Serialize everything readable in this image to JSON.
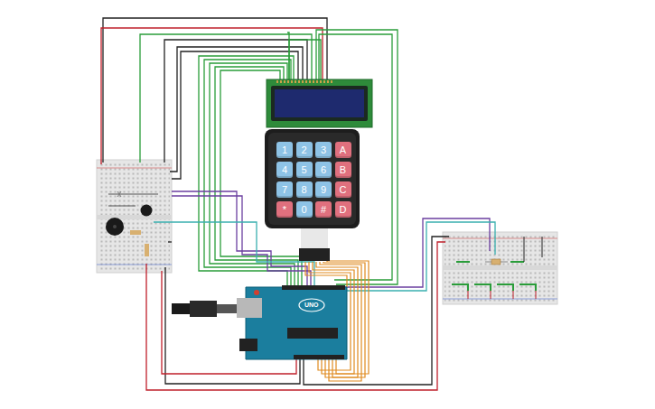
{
  "diagram": {
    "nodes": [
      {
        "text": [
          "1"
        ]
      },
      {
        "text": [
          "2"
        ]
      },
      {
        "text": [
          "3"
        ]
      },
      {
        "text": [
          "A"
        ]
      },
      {
        "text": [
          "4"
        ]
      },
      {
        "text": [
          "5"
        ]
      },
      {
        "text": [
          "6"
        ]
      },
      {
        "text": [
          "B"
        ]
      },
      {
        "text": [
          "7"
        ]
      },
      {
        "text": [
          "8"
        ]
      },
      {
        "text": [
          "9"
        ]
      },
      {
        "text": [
          "C"
        ]
      },
      {
        "text": [
          "*"
        ]
      },
      {
        "text": [
          "0"
        ]
      },
      {
        "text": [
          "#"
        ]
      },
      {
        "text": [
          "D"
        ]
      }
    ],
    "labels": [
      "UNO"
    ]
  }
}
